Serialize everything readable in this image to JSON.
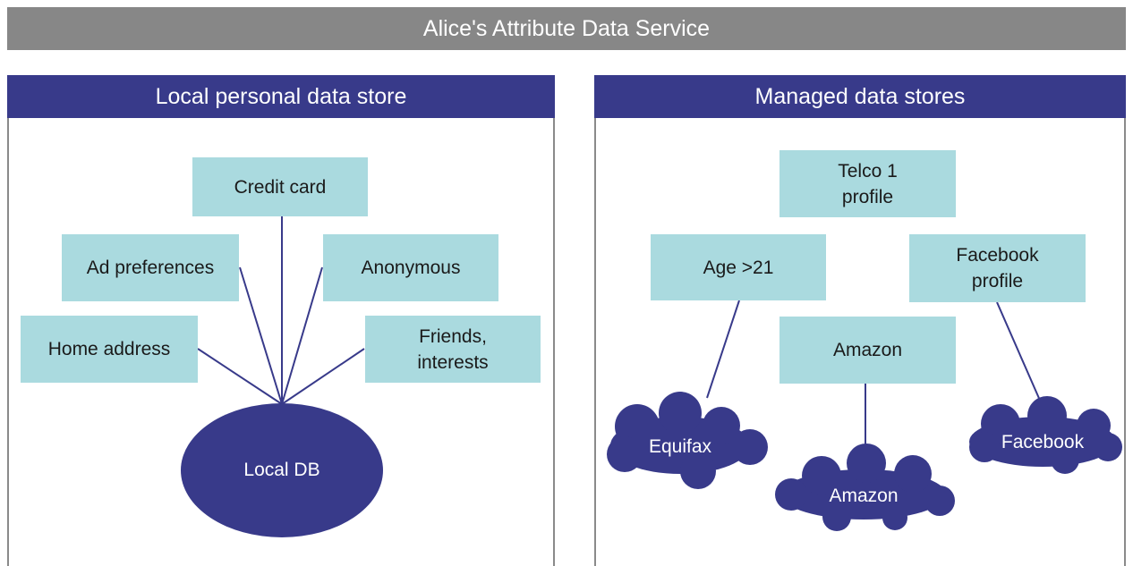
{
  "title": "Alice's Attribute Data Service",
  "colors": {
    "title_bar": "#878787",
    "panel_header": "#383a8a",
    "box_fill": "#aadadf",
    "node_fill": "#383a8a",
    "line": "#383a8a"
  },
  "local_store": {
    "header": "Local personal data store",
    "db_label": "Local DB",
    "items": {
      "credit_card": "Credit card",
      "ad_preferences": "Ad preferences",
      "anonymous": "Anonymous",
      "home_address": "Home address",
      "friends_line1": "Friends,",
      "friends_line2": "interests"
    }
  },
  "managed_stores": {
    "header": "Managed data stores",
    "items": {
      "telco_line1": "Telco 1",
      "telco_line2": "profile",
      "age": "Age >21",
      "facebook_line1": "Facebook",
      "facebook_line2": "profile",
      "amazon": "Amazon"
    },
    "clouds": {
      "equifax": "Equifax",
      "amazon": "Amazon",
      "facebook": "Facebook"
    }
  }
}
